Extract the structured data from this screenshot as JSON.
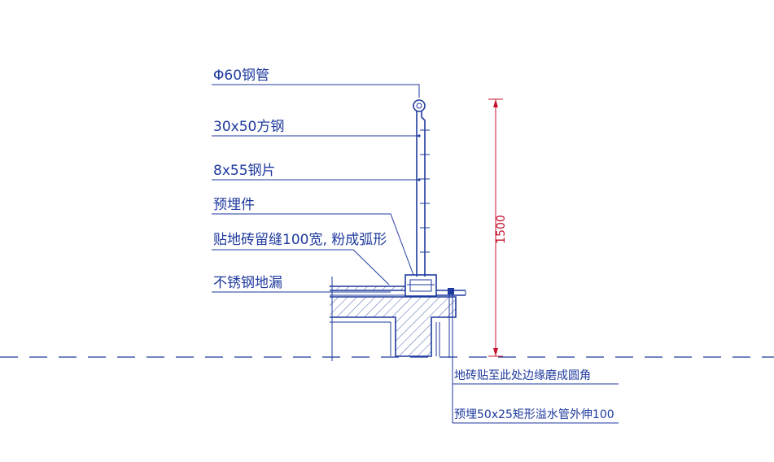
{
  "labels": {
    "pipe": "Φ60钢管",
    "square_steel": "30x50方钢",
    "steel_plate": "8x55钢片",
    "embedded": "预埋件",
    "tile_gap": "贴地砖留缝100宽, 粉成弧形",
    "drain": "不锈钢地漏",
    "tile_edge": "地砖贴至此处边缘磨成圆角",
    "overflow_pipe": "预埋50x25矩形溢水管外伸100"
  },
  "dimension": {
    "height": "1500"
  },
  "colors": {
    "line": "#1f3a9e",
    "dimension": "#c8102e",
    "background": "#ffffff"
  }
}
